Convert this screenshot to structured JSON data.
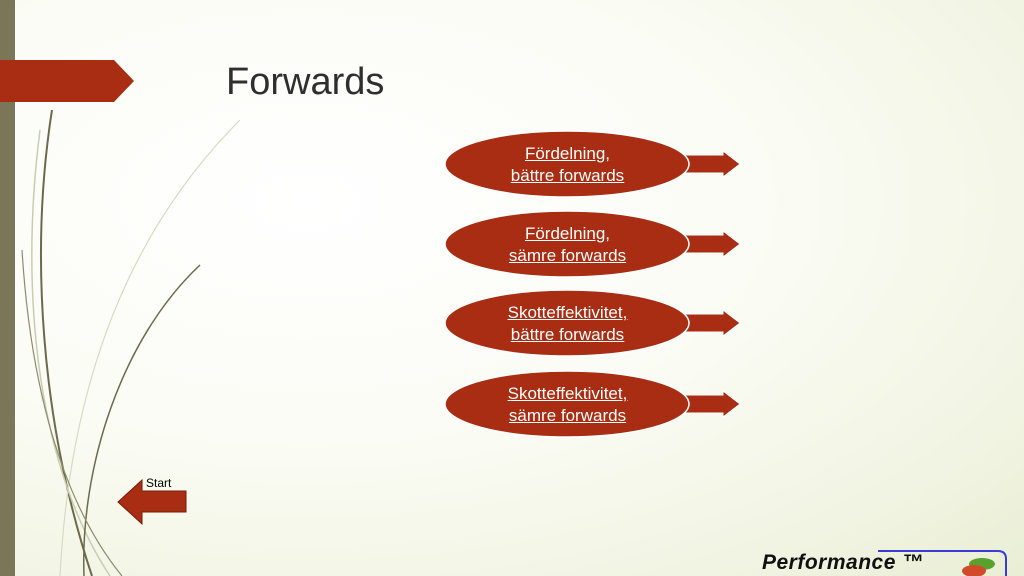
{
  "slide": {
    "title": "Forwards"
  },
  "items": [
    {
      "line1": "Fördelning,",
      "line2": "bättre forwards"
    },
    {
      "line1": "Fördelning,",
      "line2": "sämre forwards"
    },
    {
      "line1": "Skotteffektivitet,",
      "line2": "bättre forwards"
    },
    {
      "line1": "Skotteffektivitet,",
      "line2": "sämre forwards"
    }
  ],
  "nav": {
    "start_label": "Start"
  },
  "footer": {
    "logo_text": "Performance ™"
  },
  "colors": {
    "accent_red": "#a82d12",
    "left_bar": "#7a7657",
    "logo_border": "#3b3bd6",
    "logo_green": "#5aa02c",
    "logo_red": "#d24a2a"
  }
}
